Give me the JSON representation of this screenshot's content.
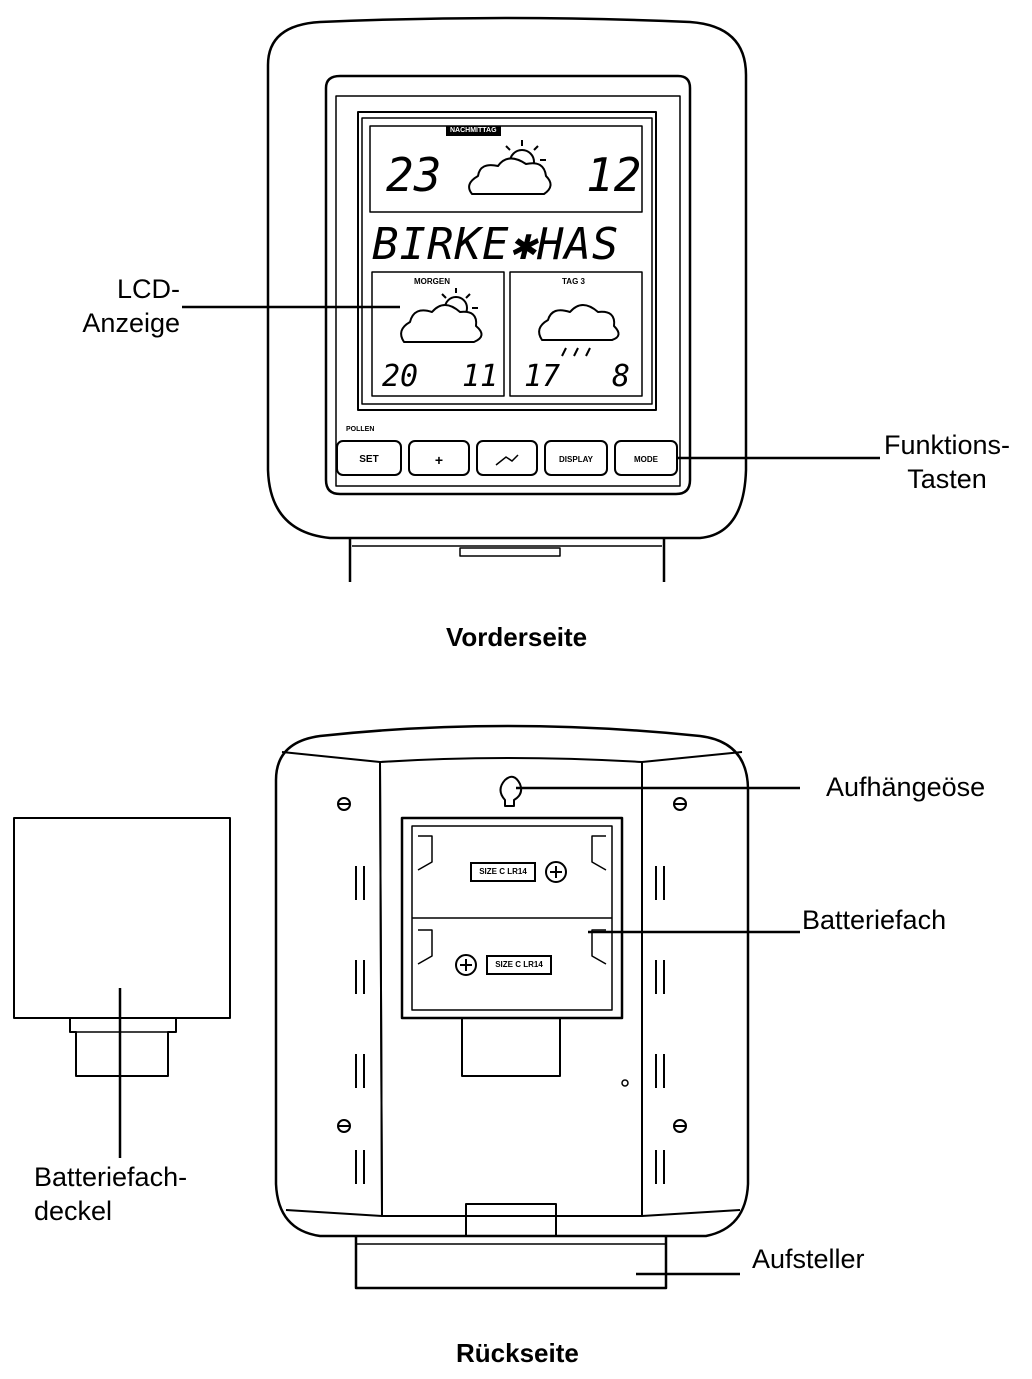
{
  "front": {
    "title": "Vorderseite",
    "callouts": {
      "lcd_line1": "LCD-",
      "lcd_line2": "Anzeige",
      "keys_line1": "Funktions-",
      "keys_line2": "Tasten"
    },
    "lcd": {
      "top_badge": "NACHMITTAG",
      "temp_left": "23",
      "temp_right": "12",
      "text_line": "BIRKE✱HAS",
      "panel_left_label": "MORGEN",
      "panel_left_temp1": "20",
      "panel_left_temp2": "11",
      "panel_right_label": "TAG 3",
      "panel_right_temp1": "17",
      "panel_right_temp2": "8"
    },
    "buttons": {
      "above_label": "POLLEN",
      "set": "SET",
      "plus": "+",
      "display": "DISPLAY",
      "mode": "MODE"
    }
  },
  "back": {
    "title": "Rückseite",
    "callouts": {
      "hanging": "Aufhängeöse",
      "battery": "Batteriefach",
      "cover_line1": "Batteriefach-",
      "cover_line2": "deckel",
      "stand": "Aufsteller"
    },
    "battery_tag_1": "SIZE C LR14",
    "battery_tag_2": "SIZE C LR14"
  }
}
